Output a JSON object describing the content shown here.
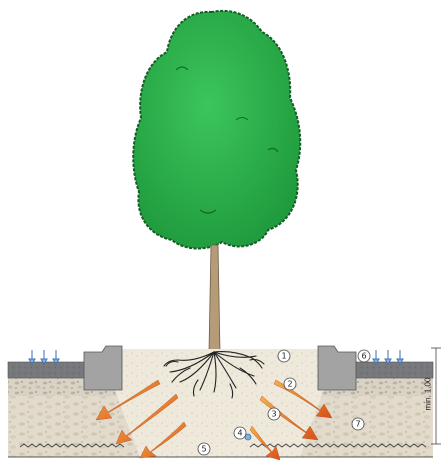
{
  "colors": {
    "tree_crown": "#2bb34a",
    "tree_crown_dark": "#1f8a35",
    "trunk": "#b49a76",
    "roots": "#2a2a2a",
    "asphalt": "#6f7174",
    "gravel_base": "#d8d2c4",
    "soil_fill": "#ece5d6",
    "substrate": "#e4ddcf",
    "aeration_arrow": "#e0651d",
    "water_arrow": "#4a7fc1",
    "curb": "#9a9a9a",
    "drain": "#7fb2d9"
  },
  "callouts": [
    {
      "id": "c1",
      "label": "1"
    },
    {
      "id": "c2",
      "label": "2"
    },
    {
      "id": "c3",
      "label": "3"
    },
    {
      "id": "c4",
      "label": "4"
    },
    {
      "id": "c5",
      "label": "5"
    },
    {
      "id": "c6",
      "label": "6"
    },
    {
      "id": "c7",
      "label": "7"
    }
  ],
  "dimension": {
    "label": "min. 1.00"
  },
  "icons": [
    "water-infiltration-arrows-icon",
    "aeration-arrow-icon"
  ]
}
